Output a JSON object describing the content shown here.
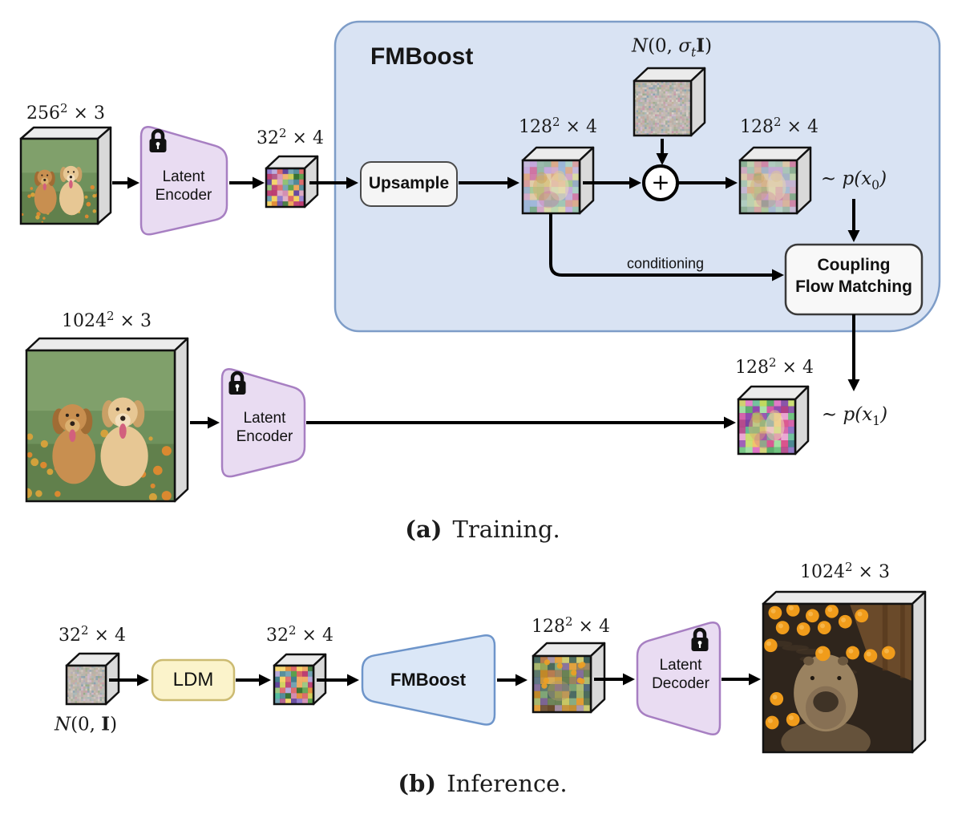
{
  "figure": {
    "caption_a": {
      "tag": "(a)",
      "text": "Training."
    },
    "caption_b": {
      "tag": "(b)",
      "text": "Inference."
    }
  },
  "fmboost": {
    "title": "FMBoost"
  },
  "nodes": {
    "upsample": {
      "label": "Upsample"
    },
    "coupling": {
      "line1": "Coupling",
      "line2": "Flow Matching"
    },
    "encoder": {
      "line1": "Latent",
      "line2": "Encoder"
    },
    "decoder": {
      "line1": "Latent",
      "line2": "Decoder"
    },
    "ldm": {
      "label": "LDM"
    },
    "fmboost_block": {
      "label": "FMBoost"
    },
    "plus": {
      "label": "+"
    }
  },
  "dims": {
    "img256": {
      "base": "256",
      "exp": "2",
      "rest": " × 3"
    },
    "img1024": {
      "base": "1024",
      "exp": "2",
      "rest": " × 3"
    },
    "lat32": {
      "base": "32",
      "exp": "2",
      "rest": " × 4"
    },
    "lat128": {
      "base": "128",
      "exp": "2",
      "rest": " × 4"
    }
  },
  "math": {
    "noise_sigma": {
      "n": "N",
      "open": "(0, ",
      "sigma": "σ",
      "sub": "t",
      "ident": "I",
      "close": ")"
    },
    "noise_identity": {
      "n": "N",
      "open": "(0, ",
      "ident": "I",
      "close": ")"
    },
    "px0": {
      "tilde": "∼ ",
      "p": "p(x",
      "sub": "0",
      "close": ")"
    },
    "px1": {
      "tilde": "∼ ",
      "p": "p(x",
      "sub": "1",
      "close": ")"
    },
    "conditioning": "conditioning"
  },
  "colors": {
    "fmboost_container_fill": "#d9e3f3",
    "fmboost_container_border": "#7e9dc8",
    "module_purple_fill": "#e9dcf2",
    "module_purple_border": "#a77fc2",
    "fmboost_block_fill": "#dbe7f7",
    "fmboost_block_border": "#6e95ca",
    "ldm_fill": "#fbf3cb",
    "ldm_border": "#ccbb72",
    "neutral_box_fill": "#f5f5f5",
    "neutral_box_border": "#4a4a4a",
    "arrow": "#000000",
    "cube_top": "#ebebeb",
    "cube_side": "#d9d9d9",
    "cube_border": "#111111",
    "lock": "#111111"
  },
  "palettes": {
    "latent_vivid": [
      "#5a9e4a",
      "#8fbf72",
      "#3f7d8c",
      "#a84a7d",
      "#cf86ad",
      "#d95f5f",
      "#efa65a",
      "#f3d15e",
      "#6f9fb0",
      "#8a74c9",
      "#b8336a",
      "#2e6b27",
      "#b3a3d9",
      "#d9a3c0",
      "#e08a34",
      "#5e3f99",
      "#49b89a",
      "#c9c94a"
    ],
    "latent_pastel": [
      "#9fc58a",
      "#d1a3c2",
      "#99b3d6",
      "#c2a3d9",
      "#8fb3a0",
      "#dba887",
      "#b8d6a8",
      "#d69999",
      "#99c2ad",
      "#c2b3d9",
      "#e0c9a3",
      "#94a8c2",
      "#cf6f9e",
      "#6fa37d",
      "#d9d99e",
      "#a8cfc2"
    ],
    "latent_vivid2": [
      "#cf4fa0",
      "#7a3f9e",
      "#49a05a",
      "#c2d95e",
      "#de6fc2",
      "#8f47ad",
      "#5eb88f",
      "#cfcf6e",
      "#ad3880",
      "#e8a0cf",
      "#6ec27d",
      "#9ede9e",
      "#d9518b",
      "#47858f",
      "#f0bf5e",
      "#8a6ec2"
    ],
    "capy_latent": [
      "#8a9a40",
      "#c08828",
      "#5f7848",
      "#786090",
      "#d0a040",
      "#486858",
      "#a0b060",
      "#b07040",
      "#506878",
      "#907850",
      "#c6c45e",
      "#684828",
      "#e09a30",
      "#3f6058",
      "#a08a9e",
      "#78a070"
    ],
    "noise": [
      "#b8b0a8",
      "#c9b9b1",
      "#a9b1a1",
      "#d1c9c1",
      "#b1a9b9",
      "#c1b199",
      "#99a9a1",
      "#d9d1c9",
      "#c1a9a1",
      "#a9b9b9",
      "#c799a9",
      "#99ab89",
      "#d1b9d1",
      "#89a1b1"
    ],
    "puppies": {
      "grass_top": "#85a46f",
      "grass": "#6f915c",
      "grass_dark": "#55723f",
      "flower": "#e0892e",
      "flower2": "#d9a23a",
      "puppy_left": "#c88f50",
      "puppy_left_dark": "#a06c34",
      "puppy_right": "#e7c794",
      "puppy_right_dark": "#c9a066",
      "tongue": "#d2607d",
      "dark": "#2b211a"
    },
    "capybara": {
      "water": "#2f251c",
      "water_light": "#56422f",
      "wood": "#74512d",
      "wood_dark": "#55381d",
      "orange": "#f09c1b",
      "orange_dark": "#c27b0e",
      "fur": "#9a8260",
      "fur_dark": "#6c583f",
      "muzzle": "#877054",
      "dark": "#32281e"
    }
  }
}
